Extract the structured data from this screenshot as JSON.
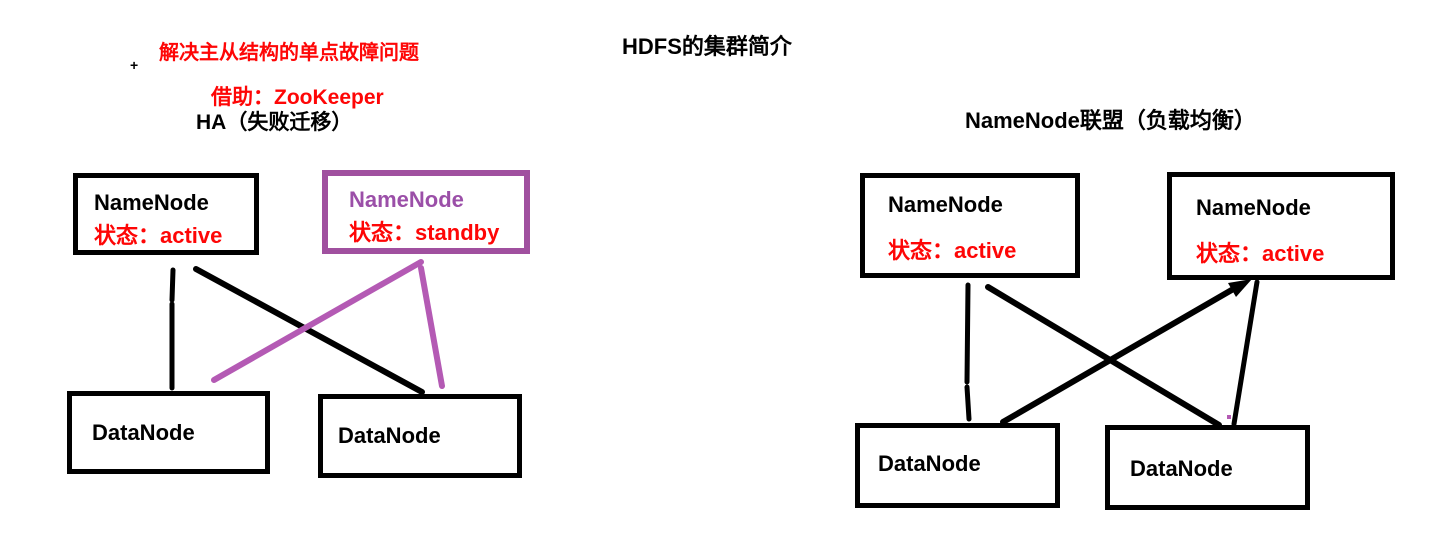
{
  "colors": {
    "background": "#ffffff",
    "black": "#000000",
    "red_text": "#fe0606",
    "purple_border": "#a0509f",
    "purple_text": "#9b4fa8",
    "purple_line": "#b45ab4"
  },
  "annotations": {
    "problem_title": "解决主从结构的单点故障问题",
    "helper_note": "借助：ZooKeeper",
    "ha_label": "HA（失败迁移）",
    "main_title": "HDFS的集群简介",
    "federation_label": "NameNode联盟（负载均衡）",
    "stray_plus": "+"
  },
  "ha_cluster": {
    "nodes": {
      "namenode_active": {
        "label": "NameNode",
        "status": "状态：active"
      },
      "namenode_standby": {
        "label": "NameNode",
        "status": "状态：standby"
      },
      "datanode_1": {
        "label": "DataNode"
      },
      "datanode_2": {
        "label": "DataNode"
      }
    }
  },
  "federation_cluster": {
    "nodes": {
      "namenode_1": {
        "label": "NameNode",
        "status": "状态：active"
      },
      "namenode_2": {
        "label": "NameNode",
        "status": "状态：active"
      },
      "datanode_1": {
        "label": "DataNode"
      },
      "datanode_2": {
        "label": "DataNode"
      }
    }
  }
}
